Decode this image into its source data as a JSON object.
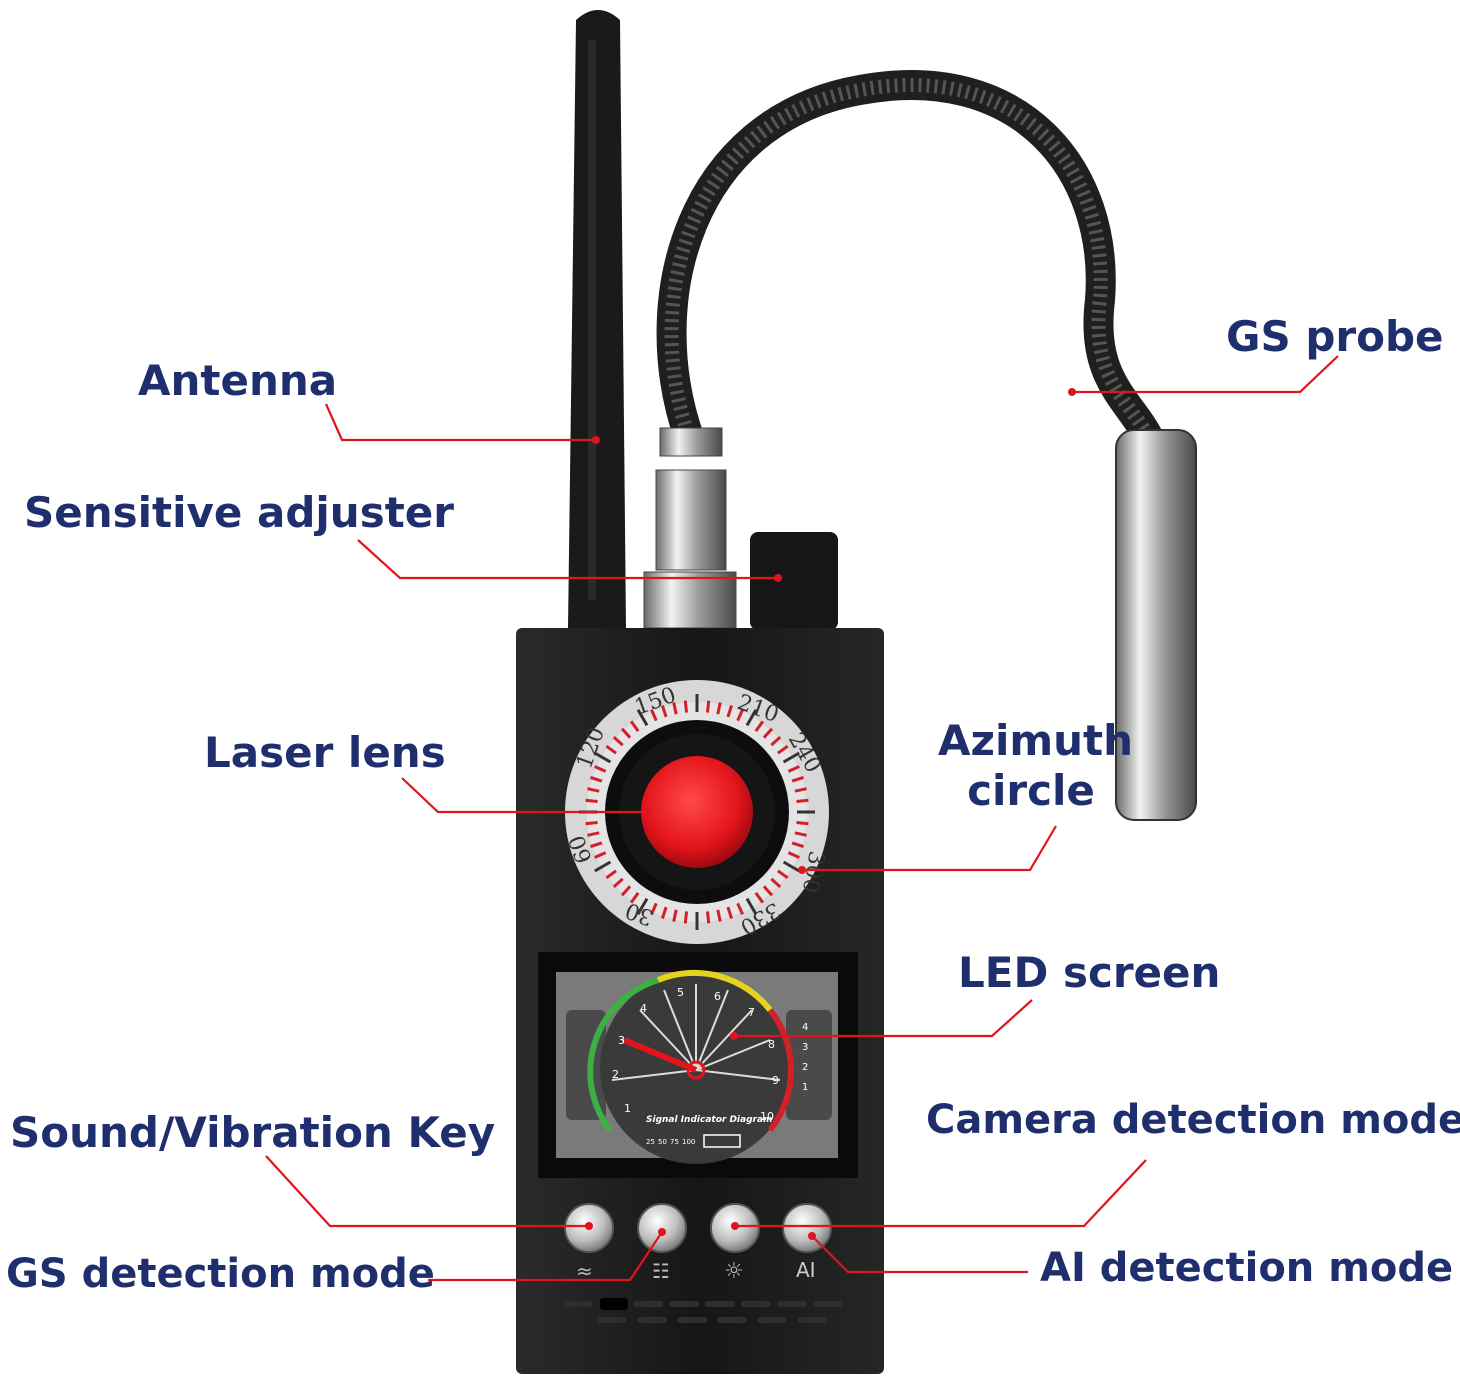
{
  "colors": {
    "label_text": "#1f2f6e",
    "leader_line": "#e0141e",
    "device_body": "#1c1c1c",
    "lens_red": "#e3141b",
    "background": "#ffffff"
  },
  "callouts": {
    "antenna": "Antenna",
    "sensitive_adjuster": "Sensitive adjuster",
    "gs_probe": "GS probe",
    "laser_lens": "Laser lens",
    "azimuth_circle_line1": "Azimuth",
    "azimuth_circle_line2": "circle",
    "led_screen": "LED screen",
    "sound_vibration_key": "Sound/Vibration Key",
    "camera_detection_mode": "Camera detection mode",
    "gs_detection_mode": "GS detection mode",
    "ai_detection_mode": "AI detection mode"
  },
  "azimuth_ring": {
    "numbers": [
      "150",
      "210",
      "240",
      "120",
      "60",
      "300",
      "30",
      "330"
    ]
  },
  "screen": {
    "gauge_numbers": [
      "1",
      "2",
      "3",
      "4",
      "5",
      "6",
      "7",
      "8",
      "9",
      "10"
    ],
    "diagram_title": "Signal Indicator Diagram",
    "scale_values": [
      "25",
      "50",
      "75",
      "100"
    ],
    "bar_levels": [
      "4",
      "3",
      "2",
      "1"
    ]
  },
  "buttons": {
    "ai_label": "AI"
  },
  "icons": [
    "antenna-icon",
    "probe-icon",
    "vibration-icon",
    "bug-icon",
    "sun-icon"
  ]
}
